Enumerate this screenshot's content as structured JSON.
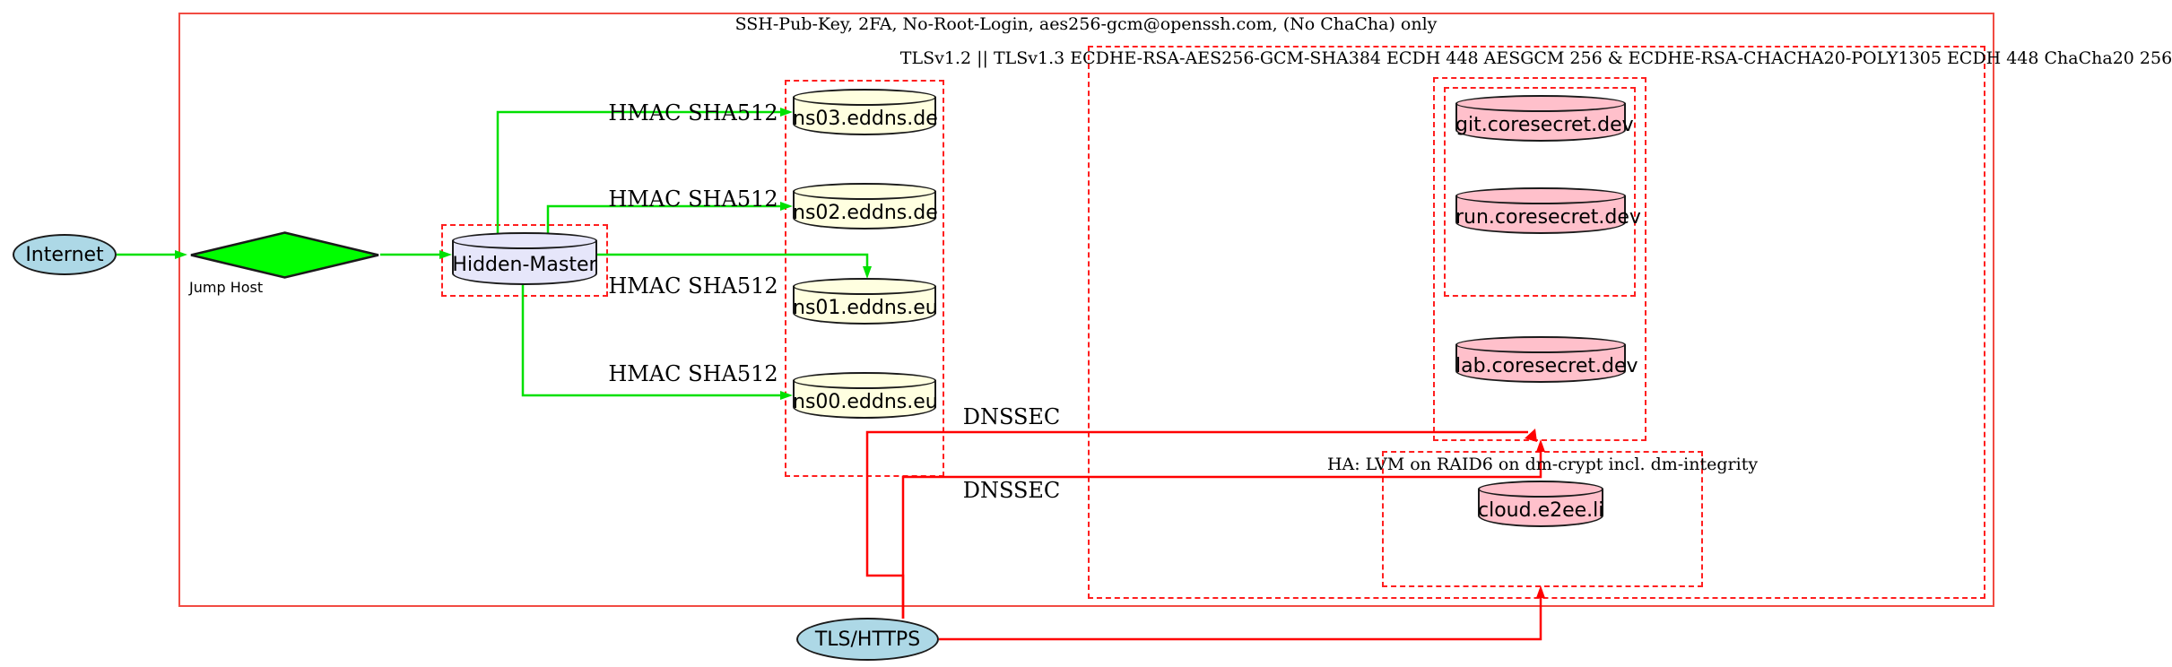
{
  "diagram": {
    "clusters": {
      "ssh": {
        "label": "SSH-Pub-Key, 2FA, No-Root-Login, aes256-gcm@openssh.com, (No ChaCha) only"
      },
      "tls": {
        "label": "TLSv1.2 || TLSv1.3 ECDHE-RSA-AES256-GCM-SHA384 ECDH 448 AESGCM 256 & ECDHE-RSA-CHACHA20-POLY1305 ECDH 448 ChaCha20 256"
      },
      "ha": {
        "label": "HA: LVM on RAID6 on dm-crypt incl. dm-integrity"
      }
    },
    "nodes": {
      "internet": {
        "label": "Internet",
        "shape": "ellipse",
        "fill": "#ADD8E6"
      },
      "jump_host": {
        "label": "Jump Host",
        "shape": "diamond",
        "fill": "#00FF00"
      },
      "hidden_master": {
        "label": "Hidden-Master",
        "shape": "cylinder",
        "fill": "#E6E6FA"
      },
      "ns03": {
        "label": "ns03.eddns.de",
        "shape": "cylinder",
        "fill": "#FFFFE0"
      },
      "ns02": {
        "label": "ns02.eddns.de",
        "shape": "cylinder",
        "fill": "#FFFFE0"
      },
      "ns01": {
        "label": "ns01.eddns.eu",
        "shape": "cylinder",
        "fill": "#FFFFE0"
      },
      "ns00": {
        "label": "ns00.eddns.eu",
        "shape": "cylinder",
        "fill": "#FFFFE0"
      },
      "git": {
        "label": "git.coresecret.dev",
        "shape": "cylinder",
        "fill": "#FFC0CB"
      },
      "run": {
        "label": "run.coresecret.dev",
        "shape": "cylinder",
        "fill": "#FFC0CB"
      },
      "lab": {
        "label": "lab.coresecret.dev",
        "shape": "cylinder",
        "fill": "#FFC0CB"
      },
      "cloud": {
        "label": "cloud.e2ee.li",
        "shape": "cylinder",
        "fill": "#FFC0CB"
      },
      "tls_https": {
        "label": "TLS/HTTPS",
        "shape": "ellipse",
        "fill": "#ADD8E6"
      }
    },
    "edge_labels": {
      "hmac": "HMAC SHA512",
      "dnssec": "DNSSEC"
    },
    "colors": {
      "edge_green": "#00FF00",
      "edge_red": "#FF0000",
      "cluster_red": "#FF1F1F",
      "node_border": "#1A1A1A"
    }
  }
}
